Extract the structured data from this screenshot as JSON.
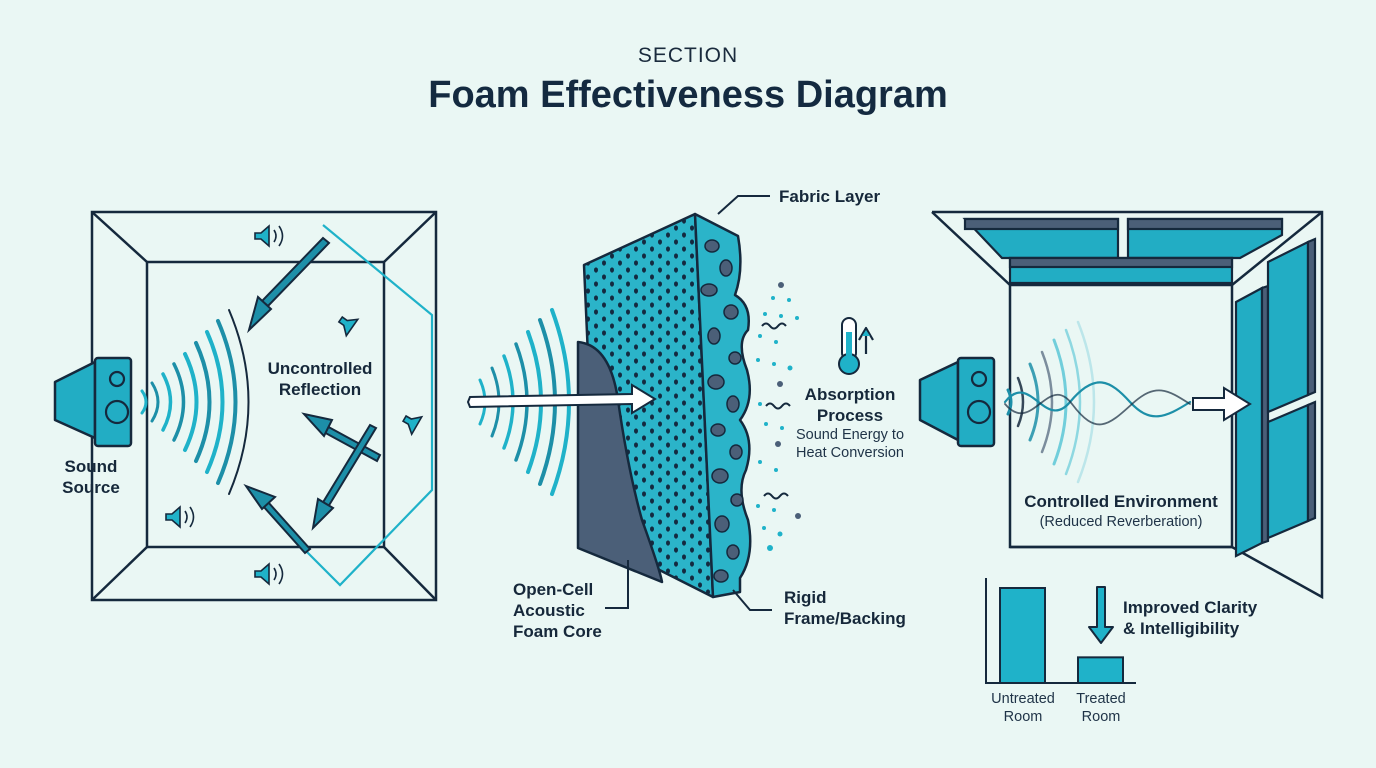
{
  "header": {
    "kicker": "SECTION",
    "title": "Foam Effectiveness Diagram"
  },
  "left_panel": {
    "source_label_line1": "Sound",
    "source_label_line2": "Source",
    "reflection_label_line1": "Uncontrolled",
    "reflection_label_line2": "Reflection"
  },
  "middle_panel": {
    "fabric_layer": "Fabric Layer",
    "absorption_title_line1": "Absorption",
    "absorption_title_line2": "Process",
    "absorption_sub_line1": "Sound Energy to",
    "absorption_sub_line2": "Heat Conversion",
    "foam_core_line1": "Open-Cell",
    "foam_core_line2": "Acoustic",
    "foam_core_line3": "Foam Core",
    "frame_line1": "Rigid",
    "frame_line2": "Frame/Backing"
  },
  "right_panel": {
    "env_title": "Controlled Environment",
    "env_sub": "(Reduced Reverberation)",
    "clarity_line1": "Improved Clarity",
    "clarity_line2": "& Intelligibility"
  },
  "chart_data": {
    "type": "bar",
    "categories": [
      "Untreated Room",
      "Treated Room"
    ],
    "category_lines": [
      [
        "Untreated",
        "Room"
      ],
      [
        "Treated",
        "Room"
      ]
    ],
    "values": [
      1.0,
      0.27
    ],
    "ylim": [
      0,
      1.2
    ],
    "title": "",
    "xlabel": "",
    "ylabel": ""
  },
  "colors": {
    "teal": "#1fb2c9",
    "dark_teal": "#17819a",
    "navy": "#15293d",
    "slate": "#4b5f78",
    "background": "#eaf7f4"
  },
  "icons": [
    "speaker-icon",
    "small-speaker-icon",
    "thermometer-icon",
    "arrow-up-icon",
    "heat-wave-icon"
  ]
}
